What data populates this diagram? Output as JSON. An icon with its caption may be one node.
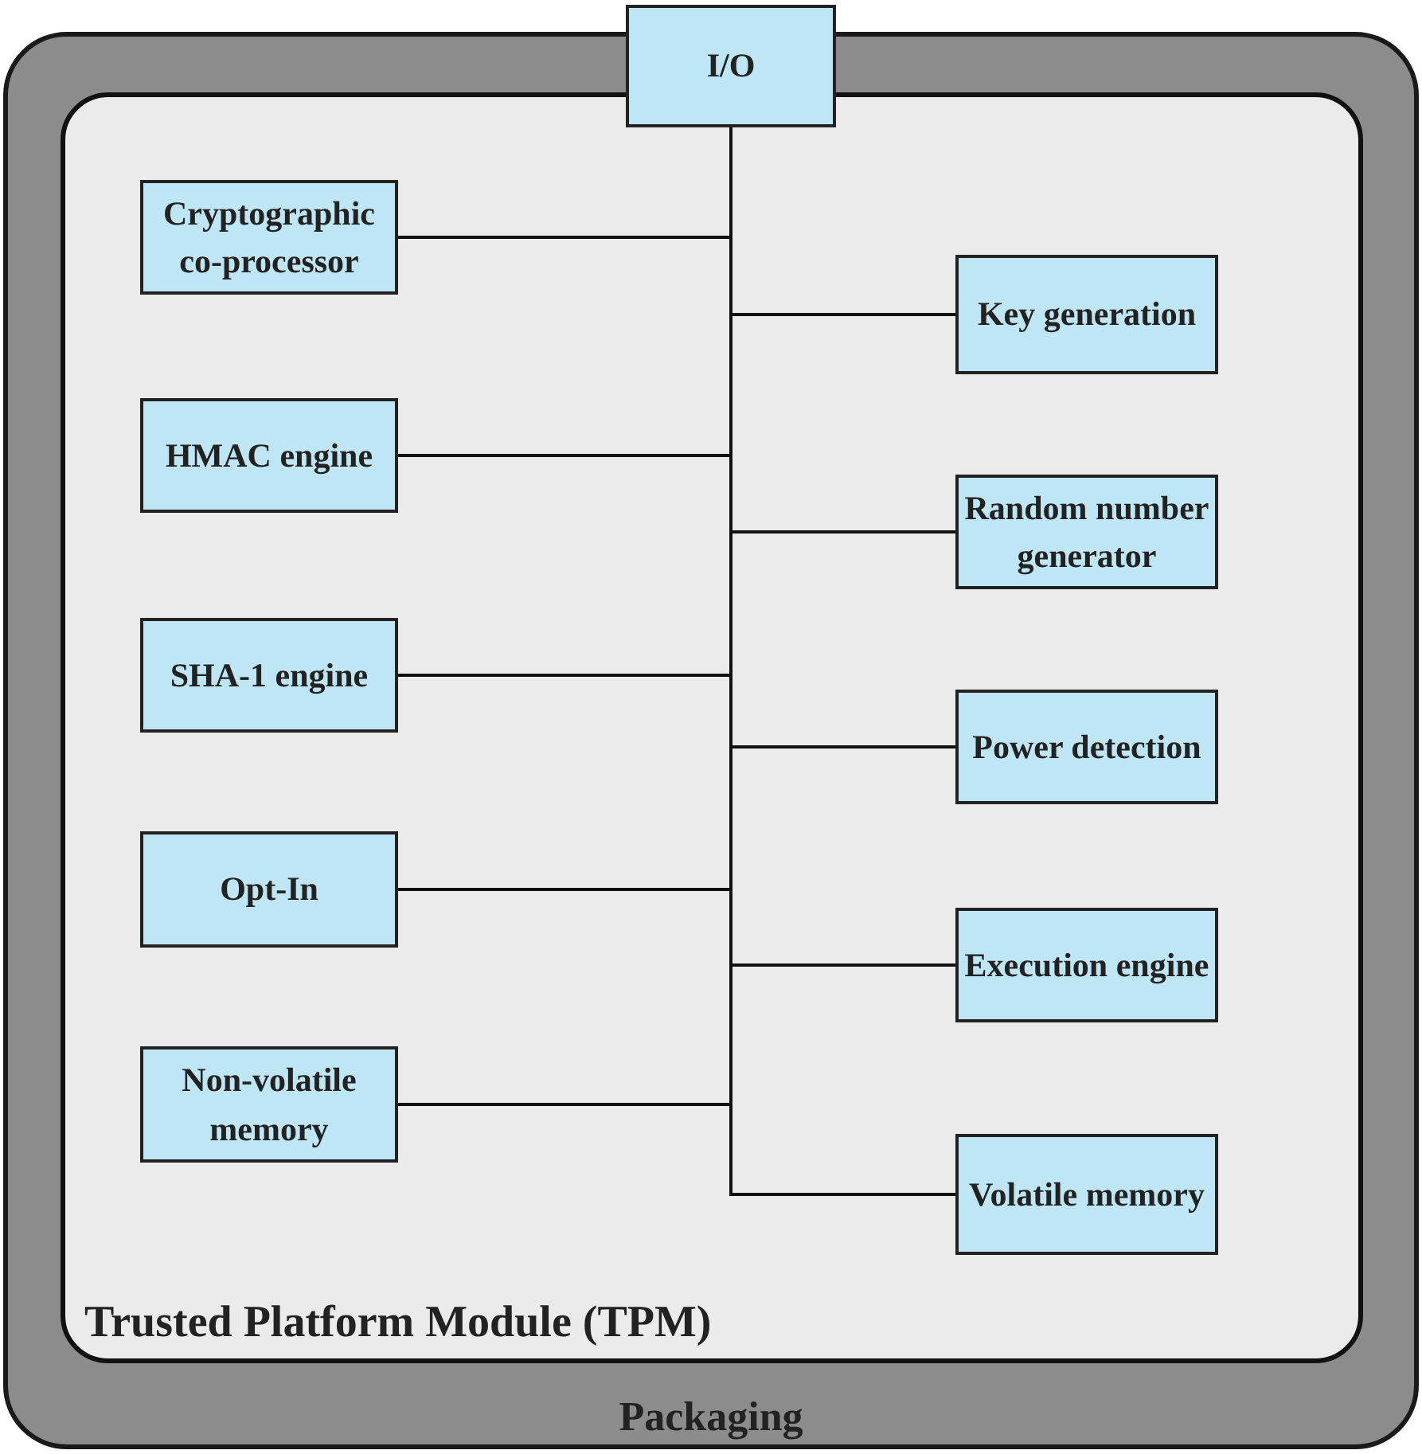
{
  "diagram": {
    "nodes": [
      {
        "text": [
          "Packaging"
        ]
      },
      {
        "text": [
          "Trusted Platform Module (TPM)"
        ],
        "in": 0
      },
      {
        "text": [
          "I/O"
        ]
      },
      {
        "text": [
          "Cryptographic co-processor"
        ],
        "in": 1
      },
      {
        "text": [
          "HMAC engine"
        ],
        "in": 1
      },
      {
        "text": [
          "SHA-1 engine"
        ],
        "in": 1
      },
      {
        "text": [
          "Opt-In"
        ],
        "in": 1
      },
      {
        "text": [
          "Non-volatile memory"
        ],
        "in": 1
      },
      {
        "text": [
          "Key generation"
        ],
        "in": 1
      },
      {
        "text": [
          "Random number generator"
        ],
        "in": 1
      },
      {
        "text": [
          "Power detection"
        ],
        "in": 1
      },
      {
        "text": [
          "Execution engine"
        ],
        "in": 1
      },
      {
        "text": [
          "Volatile memory"
        ],
        "in": 1
      }
    ],
    "edges": [
      {
        "from": 2,
        "to": 3,
        "arrow": "none"
      },
      {
        "from": 2,
        "to": 4,
        "arrow": "none"
      },
      {
        "from": 2,
        "to": 5,
        "arrow": "none"
      },
      {
        "from": 2,
        "to": 6,
        "arrow": "none"
      },
      {
        "from": 2,
        "to": 7,
        "arrow": "none"
      },
      {
        "from": 2,
        "to": 8,
        "arrow": "none"
      },
      {
        "from": 2,
        "to": 9,
        "arrow": "none"
      },
      {
        "from": 2,
        "to": 10,
        "arrow": "none"
      },
      {
        "from": 2,
        "to": 11,
        "arrow": "none"
      },
      {
        "from": 2,
        "to": 12,
        "arrow": "none"
      }
    ]
  }
}
